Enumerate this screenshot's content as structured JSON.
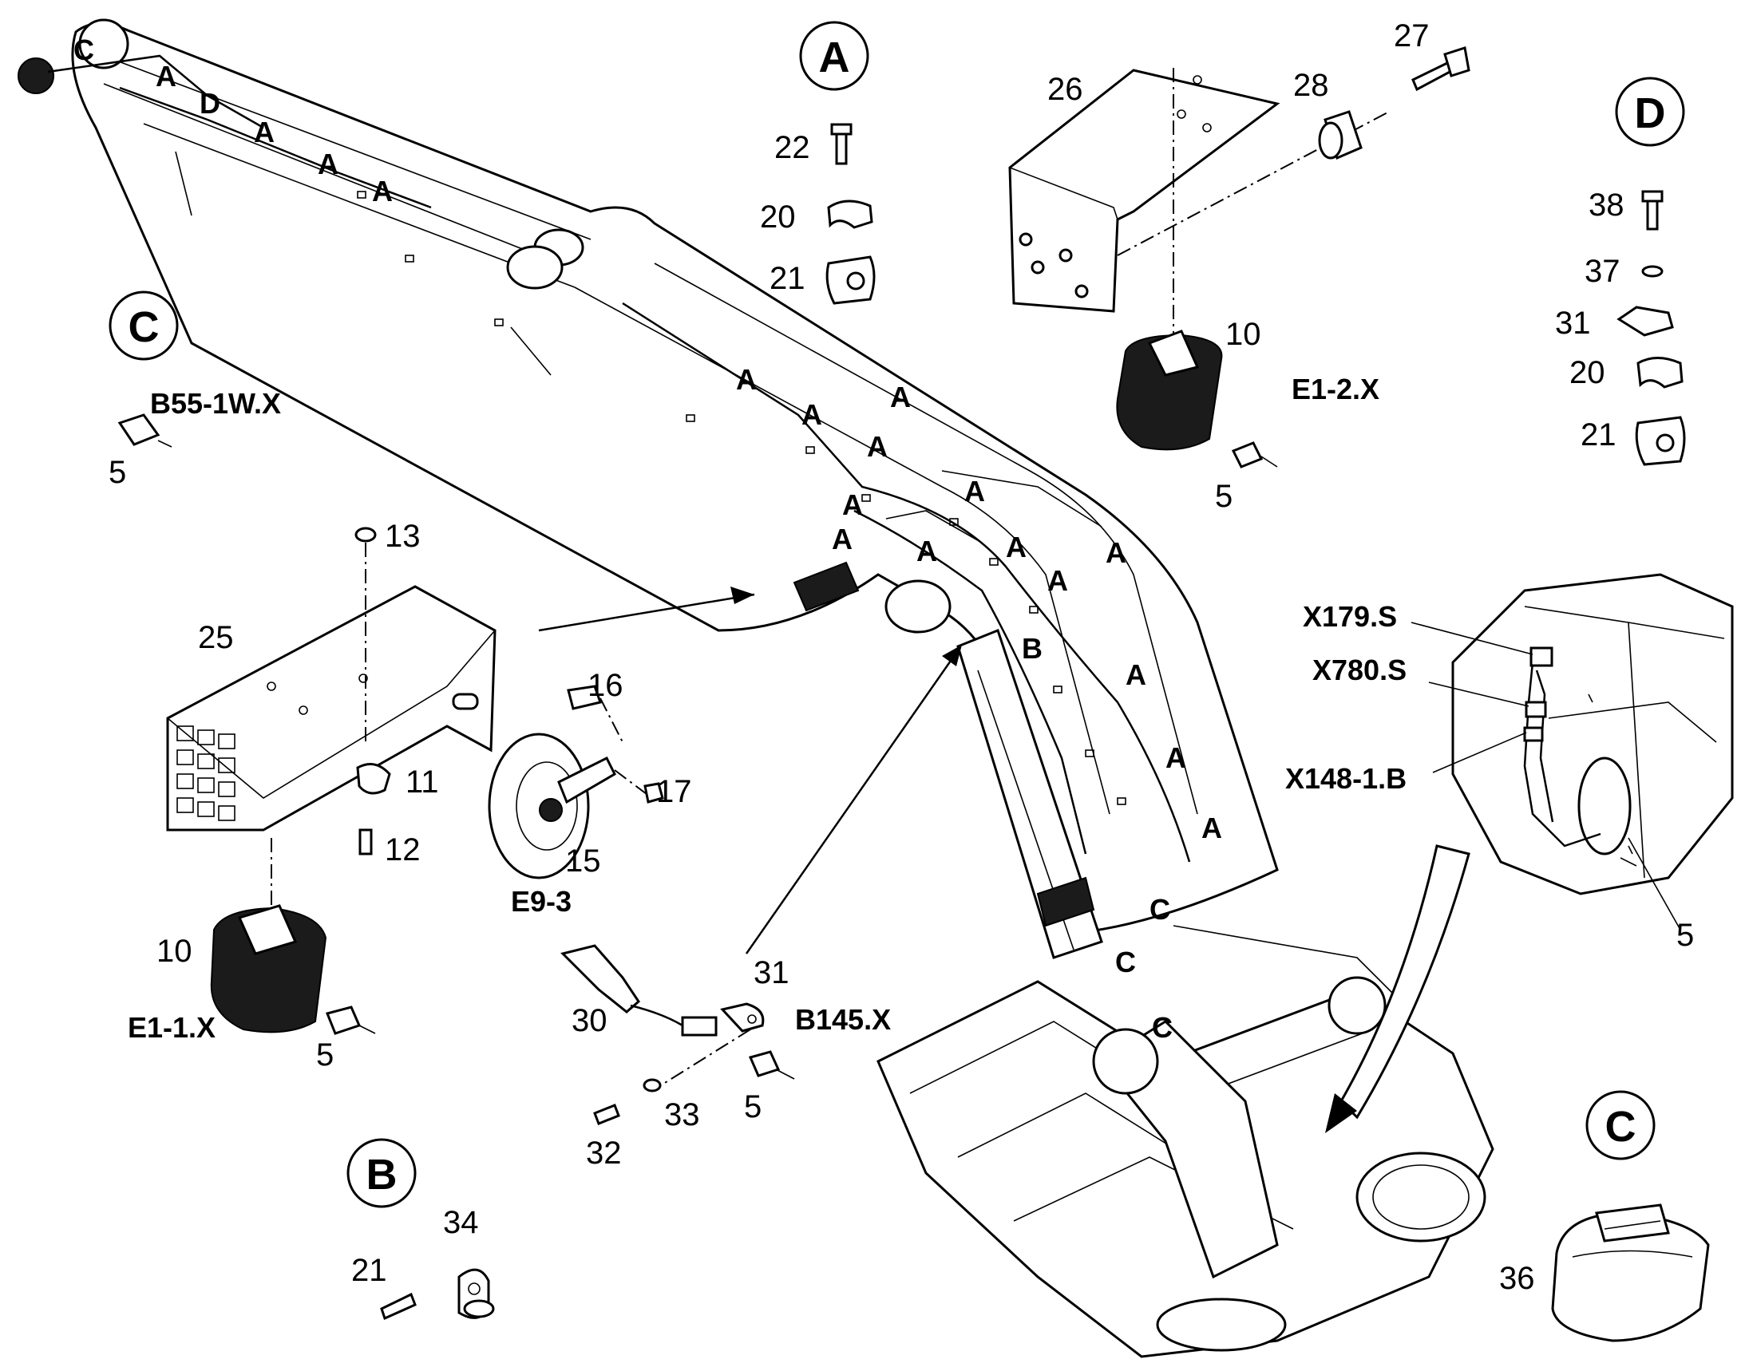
{
  "detail_circles": {
    "A": "A",
    "C_left": "C",
    "D": "D",
    "B": "B",
    "C_bottom": "C"
  },
  "boom_labels": {
    "c_top": "C",
    "a1": "A",
    "d": "D",
    "a2": "A",
    "a3": "A",
    "a4": "A",
    "a5": "A",
    "a6": "A",
    "a7": "A",
    "a8": "A",
    "a9": "A",
    "a10": "A",
    "a11": "A",
    "a12": "A",
    "a13": "A",
    "a14": "A",
    "a15": "A",
    "a16": "A",
    "a17": "A",
    "a18": "A",
    "b": "B",
    "c1": "C",
    "c2": "C",
    "c3": "C"
  },
  "part_numbers": {
    "p5_c": "5",
    "p5_e12": "5",
    "p5_e11": "5",
    "p5_b145": "5",
    "p5_inset": "5",
    "p10_top": "10",
    "p10_left": "10",
    "p11": "11",
    "p12": "12",
    "p13": "13",
    "p15": "15",
    "p16": "16",
    "p17": "17",
    "p20_a": "20",
    "p20_d": "20",
    "p21_a": "21",
    "p21_d": "21",
    "p21_b": "21",
    "p22": "22",
    "p25": "25",
    "p26": "26",
    "p27": "27",
    "p28": "28",
    "p30": "30",
    "p31_b": "31",
    "p31_d": "31",
    "p32": "32",
    "p33": "33",
    "p34": "34",
    "p36": "36",
    "p37": "37",
    "p38": "38"
  },
  "component_codes": {
    "b55": "B55-1W.X",
    "e12": "E1-2.X",
    "e11": "E1-1.X",
    "e93": "E9-3",
    "b145": "B145.X",
    "x179": "X179.S",
    "x780": "X780.S",
    "x148": "X148-1.B"
  }
}
